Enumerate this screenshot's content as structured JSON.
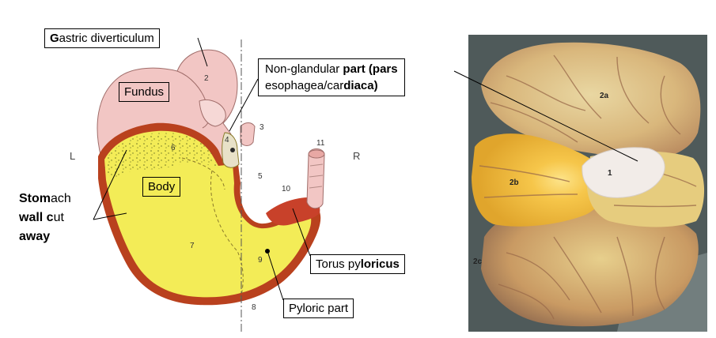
{
  "labels": {
    "gastric_diverticulum": [
      "G",
      "astric diverticulum"
    ],
    "fundus": "Fundus",
    "body": "Body",
    "non_glandular_line1": [
      "Non-glandular ",
      "part (pars"
    ],
    "non_glandular_line2": [
      "esophagea/car",
      "diaca)"
    ],
    "stomach_wall_line1": [
      "Stom",
      "ach"
    ],
    "stomach_wall_line2": [
      "wall c",
      "ut"
    ],
    "stomach_wall_line3": "away",
    "torus_pyloricus": [
      "Torus py",
      "loricus"
    ],
    "pyloric_part": "Pyloric part"
  },
  "side_letters": {
    "left": "L",
    "right": "R"
  },
  "diagram_numbers": [
    "2",
    "3",
    "4",
    "5",
    "6",
    "7",
    "8",
    "9",
    "10",
    "11"
  ],
  "photo_numbers": [
    "2a",
    "2b",
    "1",
    "2c"
  ],
  "colors": {
    "non_glandular_pink": "#f2c6c4",
    "glandular_yellow": "#f3ec57",
    "stomach_wall_red": "#b9411e",
    "photo_background": "#4f5a5a",
    "photo_pale_mucosa": "#e6cc7e",
    "photo_yellow_mucosa": "#f0c34a"
  }
}
